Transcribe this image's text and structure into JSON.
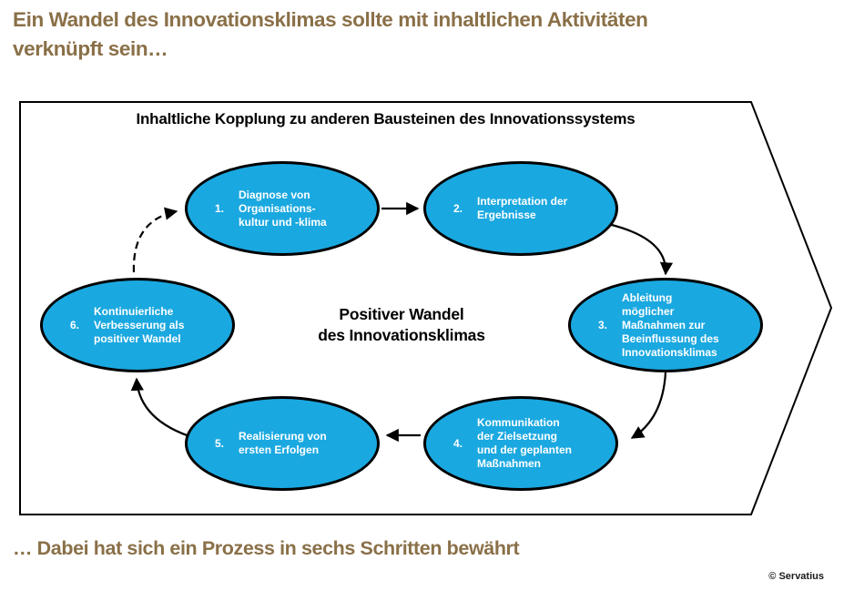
{
  "page": {
    "title_top": "Ein Wandel des Innovationsklimas sollte mit inhaltlichen Aktivitäten\nverknüpft sein…",
    "title_bottom": "… Dabei hat sich ein Prozess in sechs Schritten bewährt",
    "copyright": "© Servatius"
  },
  "diagram": {
    "header": "Inhaltliche Kopplung zu anderen Bausteinen des Innovationssystems",
    "center_label": "Positiver Wandel\ndes Innovationsklimas",
    "steps": [
      {
        "number": "1.",
        "label": "Diagnose von\nOrganisations-\nkultur und -klima"
      },
      {
        "number": "2.",
        "label": "Interpretation der\nErgebnisse"
      },
      {
        "number": "3.",
        "label": "Ableitung\nmöglicher\nMaßnahmen zur\nBeeinflussung des\nInnovationsklimas"
      },
      {
        "number": "4.",
        "label": "Kommunikation\nder Zielsetzung\nund der geplanten\nMaßnahmen"
      },
      {
        "number": "5.",
        "label": "Realisierung von\nersten Erfolgen"
      },
      {
        "number": "6.",
        "label": "Kontinuierliche\nVerbesserung als\npositiver Wandel"
      }
    ],
    "flow": "1 → 2 → 3 → 4 → 5 → 6 → (gestrichelt zurück zu 1)"
  },
  "colors": {
    "title_gold": "#8a7048",
    "ellipse_blue": "#1aa8e0",
    "line_black": "#000000"
  }
}
